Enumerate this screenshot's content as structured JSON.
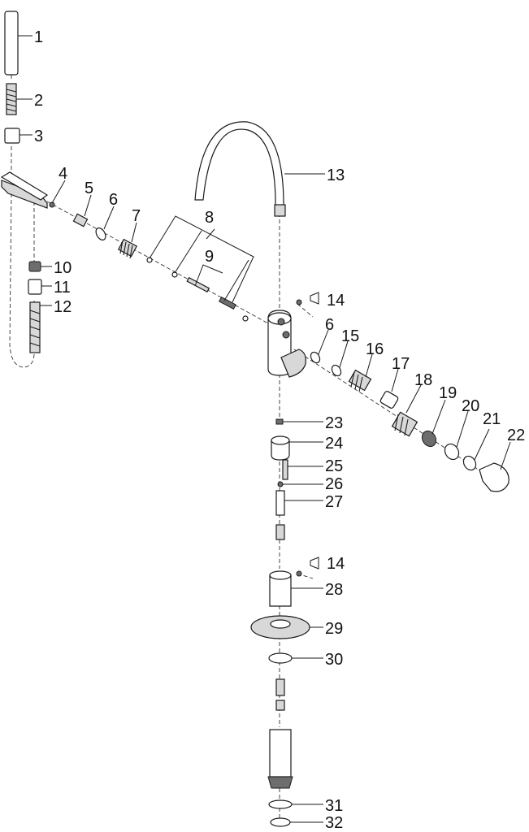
{
  "callouts": [
    {
      "id": "c1",
      "label": "1"
    },
    {
      "id": "c2",
      "label": "2"
    },
    {
      "id": "c3",
      "label": "3"
    },
    {
      "id": "c4",
      "label": "4"
    },
    {
      "id": "c5",
      "label": "5"
    },
    {
      "id": "c6a",
      "label": "6"
    },
    {
      "id": "c7",
      "label": "7"
    },
    {
      "id": "c8",
      "label": "8"
    },
    {
      "id": "c9",
      "label": "9"
    },
    {
      "id": "c10",
      "label": "10"
    },
    {
      "id": "c11",
      "label": "11"
    },
    {
      "id": "c12",
      "label": "12"
    },
    {
      "id": "c13",
      "label": "13"
    },
    {
      "id": "c14a",
      "label": "14"
    },
    {
      "id": "c6b",
      "label": "6"
    },
    {
      "id": "c15",
      "label": "15"
    },
    {
      "id": "c16",
      "label": "16"
    },
    {
      "id": "c17",
      "label": "17"
    },
    {
      "id": "c18",
      "label": "18"
    },
    {
      "id": "c19",
      "label": "19"
    },
    {
      "id": "c20",
      "label": "20"
    },
    {
      "id": "c21",
      "label": "21"
    },
    {
      "id": "c22",
      "label": "22"
    },
    {
      "id": "c23",
      "label": "23"
    },
    {
      "id": "c24",
      "label": "24"
    },
    {
      "id": "c25",
      "label": "25"
    },
    {
      "id": "c26",
      "label": "26"
    },
    {
      "id": "c27",
      "label": "27"
    },
    {
      "id": "c14b",
      "label": "14"
    },
    {
      "id": "c28",
      "label": "28"
    },
    {
      "id": "c29",
      "label": "29"
    },
    {
      "id": "c30",
      "label": "30"
    },
    {
      "id": "c31",
      "label": "31"
    },
    {
      "id": "c32",
      "label": "32"
    }
  ]
}
